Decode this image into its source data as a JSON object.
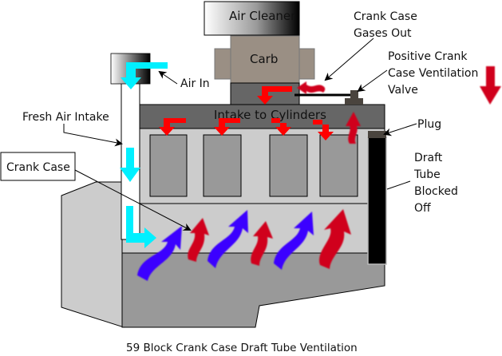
{
  "diagram": {
    "caption": "59 Block Crank Case  Draft Tube Ventilation",
    "components": {
      "air_cleaner": "Air Cleaner",
      "carb": "Carb",
      "intake": "Intake  to Cylinders"
    },
    "labels": {
      "crank_case_gases_out": [
        "Crank Case",
        "Gases Out"
      ],
      "pcv_valve": [
        "Positive Crank",
        "Case Ventilation",
        "Valve"
      ],
      "air_in": "Air In",
      "fresh_air_intake": "Fresh Air Intake",
      "crank_case": "Crank Case",
      "plug": "Plug",
      "draft_tube": [
        "Draft",
        "Tube",
        "Blocked",
        "Off"
      ]
    },
    "colors": {
      "fresh_air": "#00f0ff",
      "blowby_gas": "#d0001c",
      "intake_flow": "#ff0000",
      "fresh_air_in_crankcase": "#3a00ff",
      "block_light": "#cccccc",
      "block_dark": "#999999",
      "manifold": "#666666",
      "carb": "#9a8f84",
      "draft_tube": "#000000"
    }
  }
}
